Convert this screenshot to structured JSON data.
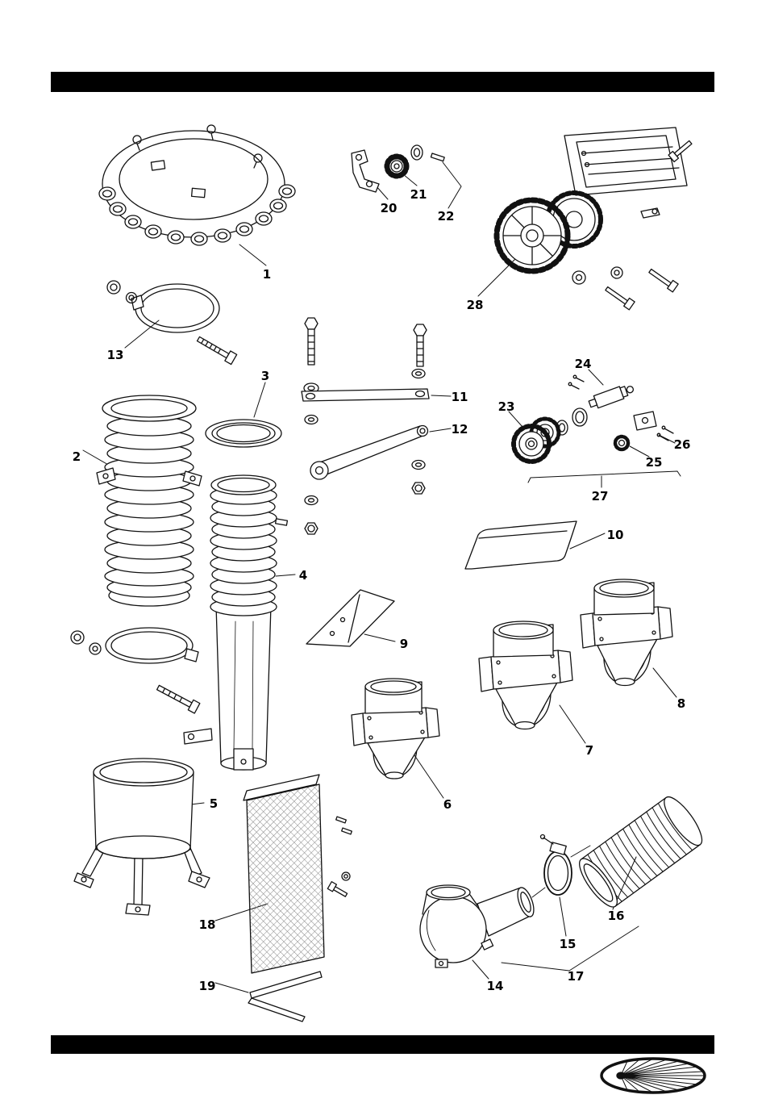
{
  "page": {
    "background_color": "#ffffff",
    "rule_bar_color": "#000000",
    "line_color": "#111111",
    "mesh_color": "#888888"
  },
  "figure": {
    "type": "exploded-parts-diagram",
    "callouts": [
      {
        "id": 1,
        "label": "1"
      },
      {
        "id": 2,
        "label": "2"
      },
      {
        "id": 3,
        "label": "3"
      },
      {
        "id": 4,
        "label": "4"
      },
      {
        "id": 5,
        "label": "5"
      },
      {
        "id": 6,
        "label": "6"
      },
      {
        "id": 7,
        "label": "7"
      },
      {
        "id": 8,
        "label": "8"
      },
      {
        "id": 9,
        "label": "9"
      },
      {
        "id": 10,
        "label": "10"
      },
      {
        "id": 11,
        "label": "11"
      },
      {
        "id": 12,
        "label": "12"
      },
      {
        "id": 13,
        "label": "13"
      },
      {
        "id": 14,
        "label": "14"
      },
      {
        "id": 15,
        "label": "15"
      },
      {
        "id": 16,
        "label": "16"
      },
      {
        "id": 17,
        "label": "17"
      },
      {
        "id": 18,
        "label": "18"
      },
      {
        "id": 19,
        "label": "19"
      },
      {
        "id": 20,
        "label": "20"
      },
      {
        "id": 21,
        "label": "21"
      },
      {
        "id": 22,
        "label": "22"
      },
      {
        "id": 23,
        "label": "23"
      },
      {
        "id": 24,
        "label": "24"
      },
      {
        "id": 25,
        "label": "25"
      },
      {
        "id": 26,
        "label": "26"
      },
      {
        "id": 27,
        "label": "27"
      },
      {
        "id": 28,
        "label": "28"
      }
    ]
  },
  "footer": {
    "logo_icon": "impeller-oval-logo"
  }
}
